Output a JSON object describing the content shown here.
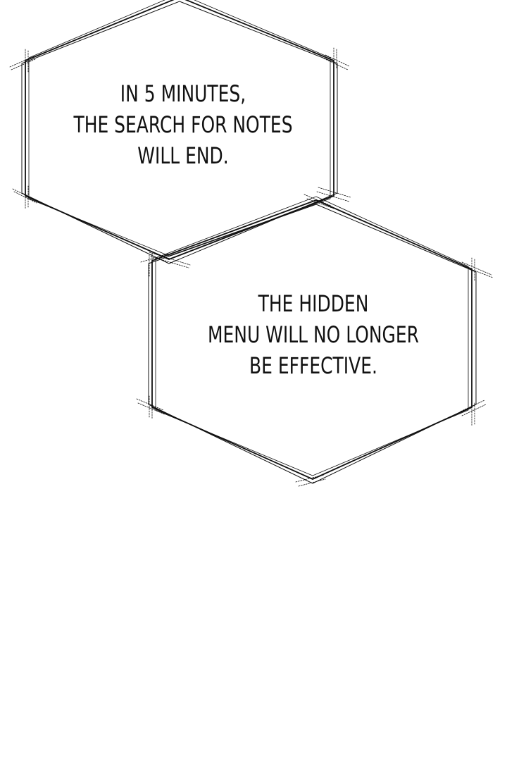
{
  "page": {
    "background_color": "#ffffff",
    "ink_color": "#111111"
  },
  "bubbles": [
    {
      "lines": [
        "IN 5 MINUTES,",
        "THE SEARCH FOR NOTES",
        "WILL END."
      ]
    },
    {
      "lines": [
        "THE HIDDEN",
        "MENU WILL NO LONGER",
        "BE EFFECTIVE."
      ]
    }
  ]
}
